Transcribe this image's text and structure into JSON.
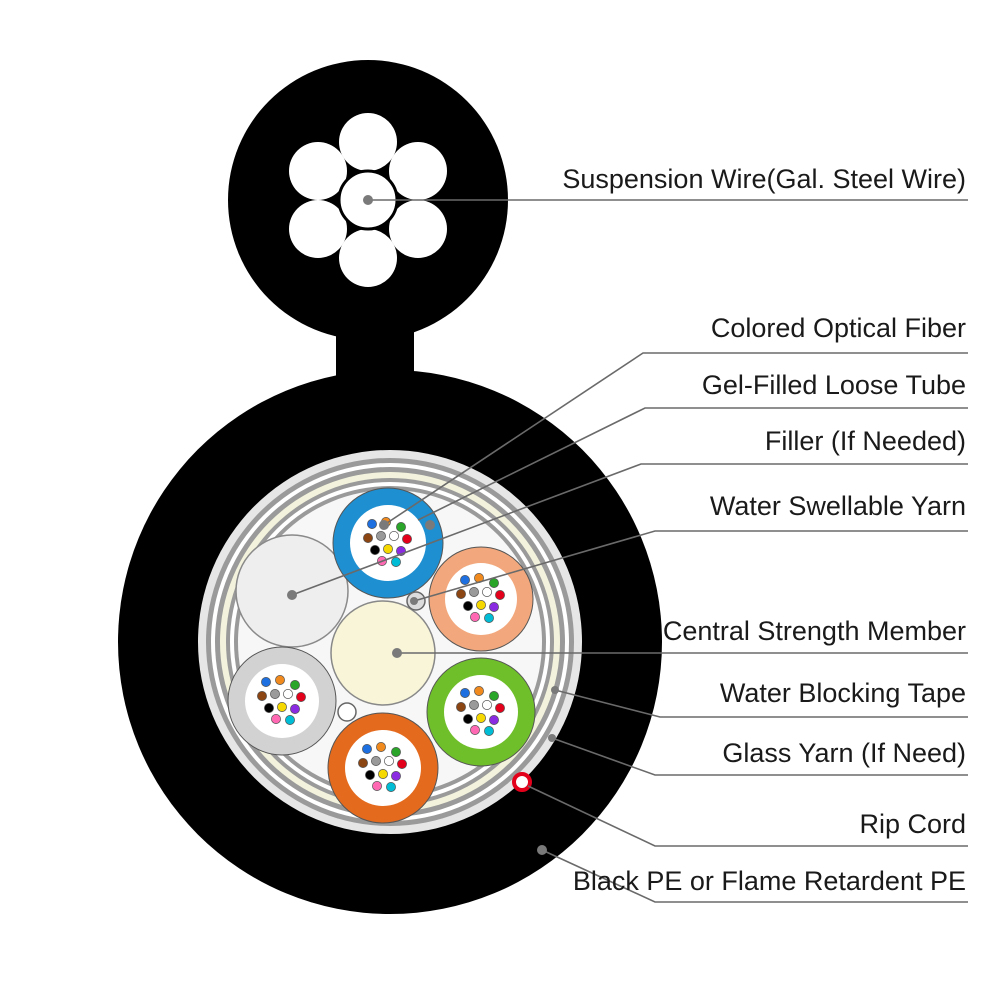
{
  "labels": {
    "suspension_wire": "Suspension Wire(Gal. Steel Wire)",
    "colored_fiber": "Colored Optical Fiber",
    "loose_tube": "Gel-Filled Loose Tube",
    "filler": "Filler (If Needed)",
    "swellable_yarn": "Water Swellable Yarn",
    "strength_member": "Central Strength Member",
    "blocking_tape": "Water Blocking Tape",
    "glass_yarn": "Glass Yarn (If Need)",
    "rip_cord": "Rip Cord",
    "sheath": "Black PE or Flame Retardent PE"
  },
  "colors": {
    "sheath": "#000000",
    "tube_blue": "#1e8fd0",
    "tube_orange_light": "#f2a87c",
    "tube_green": "#6fbf2a",
    "tube_orange": "#e46a1e",
    "tube_gray": "#d2d2d2",
    "filler": "#eeeeee",
    "strength_member": "#f8f5d8",
    "glass_yarn": "#f3f3dd",
    "rip_cord": "#e3001b"
  },
  "fiber_colors": [
    "#1e6fe0",
    "#f08a1e",
    "#2aa52a",
    "#8b4513",
    "#9a9a9a",
    "#ffffff",
    "#e3001b",
    "#000000",
    "#f5d800",
    "#8a2be2",
    "#ff69b4",
    "#00bcd4"
  ]
}
